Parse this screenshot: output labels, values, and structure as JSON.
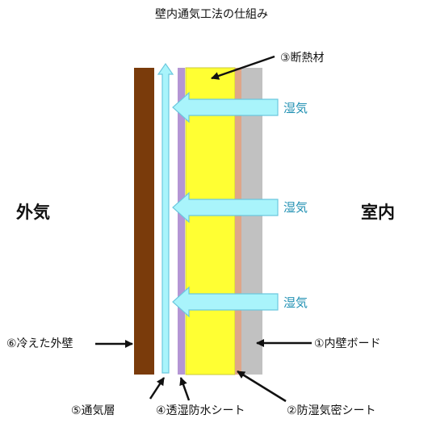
{
  "title": "壁内通気工法の仕組み",
  "sides": {
    "outside": "外気",
    "inside": "室内"
  },
  "moisture_labels": [
    "湿気",
    "湿気",
    "湿気"
  ],
  "layers": {
    "interior_board": "①内壁ボード",
    "vapor_barrier": "②防湿気密シート",
    "insulation": "③断熱材",
    "breathable_membrane": "④透湿防水シート",
    "air_layer": "⑤通気層",
    "exterior_wall": "⑥冷えた外壁"
  },
  "colors": {
    "exterior_wall": "#7a3b0b",
    "air_arrow": "#a9f4fb",
    "air_arrow_outline": "#6cc8de",
    "membrane": "#b496d4",
    "insulation": "#ffff33",
    "insulation_edge": "#c8c83a",
    "vapor_barrier": "#dea689",
    "interior_board": "#c1c1c1",
    "moisture_text": "#1e8fb2",
    "pointer": "#111111"
  }
}
